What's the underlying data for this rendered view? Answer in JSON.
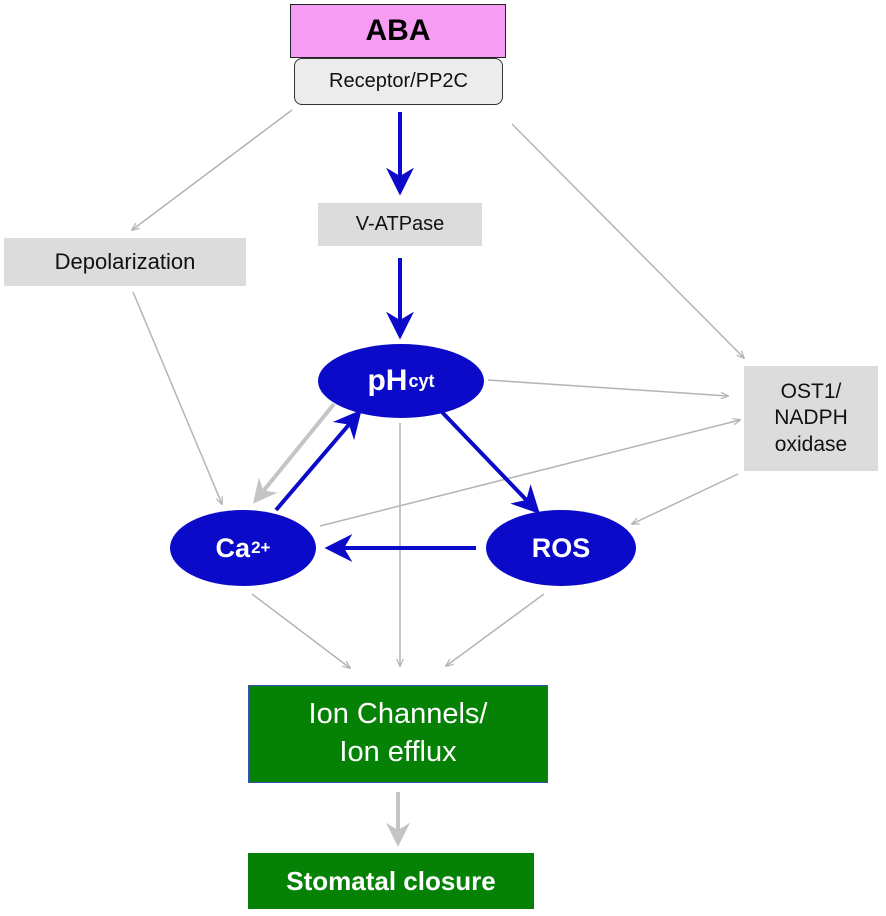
{
  "nodes": {
    "aba": "ABA",
    "receptor": "Receptor/PP2C",
    "v_atpase": "V-ATPase",
    "depolarization": "Depolarization",
    "ph_main": "pH",
    "ph_sub": "cyt",
    "ost1_line1": "OST1/",
    "ost1_line2": "NADPH",
    "ost1_line3": "oxidase",
    "ca_main": "Ca",
    "ca_sup": "2+",
    "ros": "ROS",
    "ion_line1": "Ion Channels/",
    "ion_line2": "Ion efflux",
    "stomatal": "Stomatal closure"
  },
  "colors": {
    "aba_fill": "#f79cf3",
    "node_blue": "#0a0ac8",
    "box_gray": "#dcdcdc",
    "box_green": "#058205",
    "arrow_blue": "#0a0ac8",
    "arrow_gray": "#b4b4b4"
  }
}
